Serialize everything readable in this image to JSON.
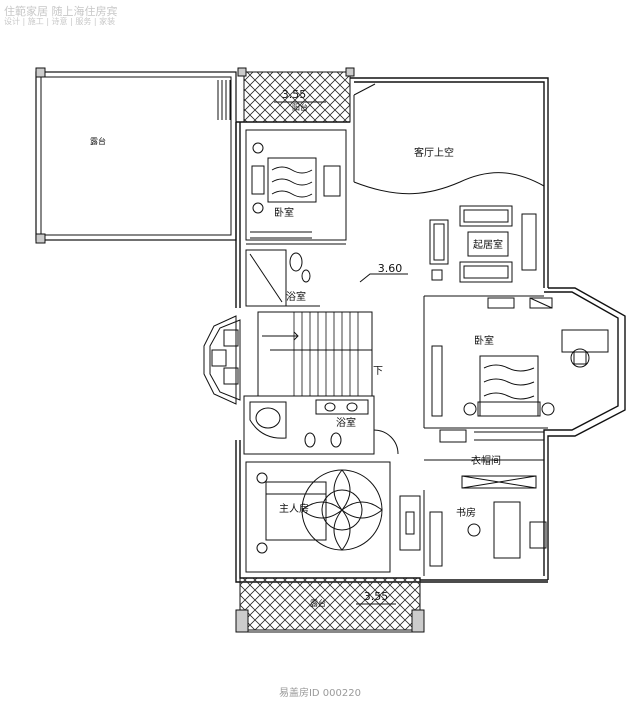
{
  "watermark": {
    "line1": "住範家居 随上海住房宾",
    "line2": "设计 | 施工 | 诗意 | 服务 | 家装"
  },
  "rooms": {
    "open_terrace_left": "露台",
    "balcony_top": "阳台",
    "bedroom_1": "卧室",
    "living_void": "客厅上空",
    "family_room": "起居室",
    "bathroom_1": "浴室",
    "bedroom_2": "卧室",
    "stair_down": "下",
    "bathroom_2": "浴室",
    "cloakroom": "衣帽间",
    "master_bedroom": "主人房",
    "study": "书房",
    "terrace_bottom": "露台"
  },
  "dimensions": {
    "top_balcony_level": "3.55",
    "floor_level": "3.60",
    "bottom_terrace_level": "3.55"
  },
  "footer": {
    "caption": "易盖房ID 000220"
  }
}
